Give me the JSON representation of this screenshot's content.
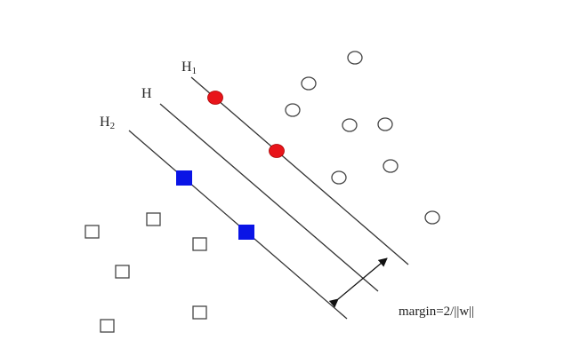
{
  "labels": {
    "h1": "H",
    "h1_sub": "1",
    "h": "H",
    "h2": "H",
    "h2_sub": "2",
    "margin": "margin=2/||w||"
  },
  "colors": {
    "support_circle": "#e8141a",
    "support_square": "#0a14e6",
    "line": "#333333"
  }
}
